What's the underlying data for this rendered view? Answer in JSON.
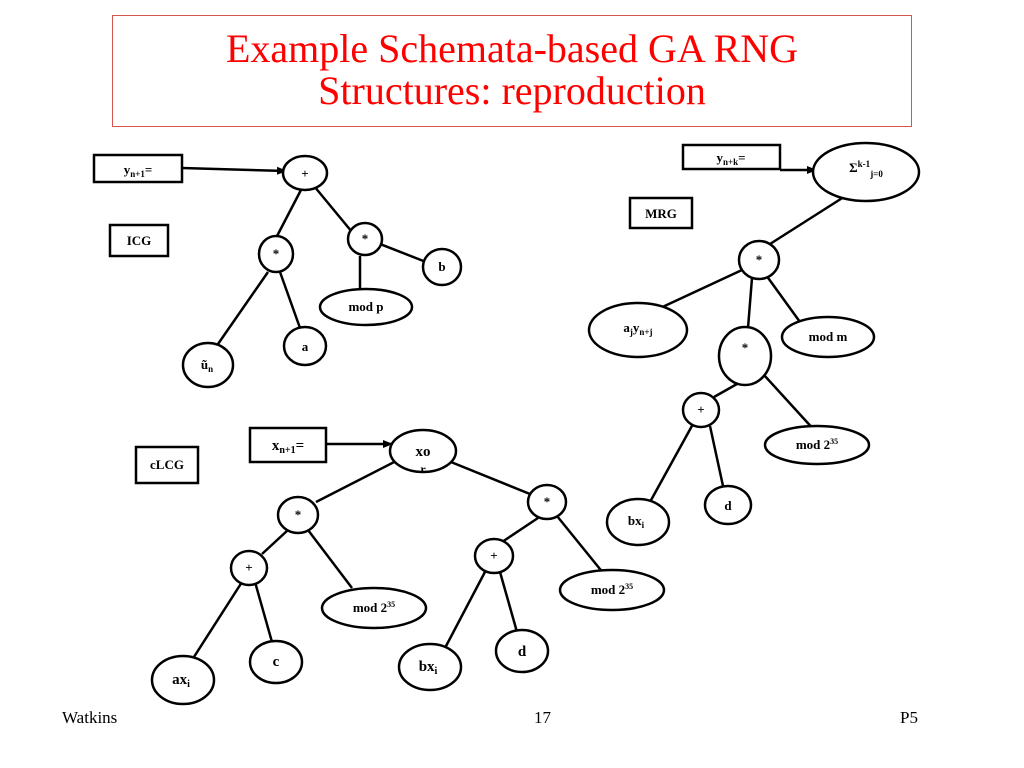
{
  "title": {
    "line1": "Example Schemata-based GA RNG",
    "line2": "Structures: reproduction"
  },
  "footer": {
    "left": "Watkins",
    "center": "17",
    "right": "P5"
  },
  "icg": {
    "label": "ICG",
    "input": [
      "y",
      "n+1",
      "="
    ],
    "plus": "+",
    "mul_left": "*",
    "mul_right": "*",
    "b": "b",
    "mod": "mod p",
    "u": [
      "ũ",
      "n"
    ],
    "a": "a"
  },
  "mrg": {
    "label": "MRG",
    "input": [
      "y",
      "n+k",
      "="
    ],
    "sum": [
      "Σ",
      "k-1",
      "j=0"
    ],
    "mul_top": "*",
    "ajy": [
      "a",
      "j",
      "y",
      "n+j"
    ],
    "mul_mid": "*",
    "mod_m": "mod m",
    "plus": "+",
    "mod2": [
      "mod 2",
      "35"
    ],
    "bx": [
      "bx",
      "i"
    ],
    "d": "d"
  },
  "clcg": {
    "label": "cLCG",
    "input": [
      "x",
      "n+1",
      "="
    ],
    "xor": [
      "xo",
      "r"
    ],
    "mul_left": "*",
    "mul_right": "*",
    "plus_left": "+",
    "plus_right": "+",
    "mod2_left": [
      "mod 2",
      "35"
    ],
    "mod2_right": [
      "mod 2",
      "35"
    ],
    "ax": [
      "ax",
      "i"
    ],
    "c": "c",
    "bx": [
      "bx",
      "i"
    ],
    "d": "d"
  }
}
